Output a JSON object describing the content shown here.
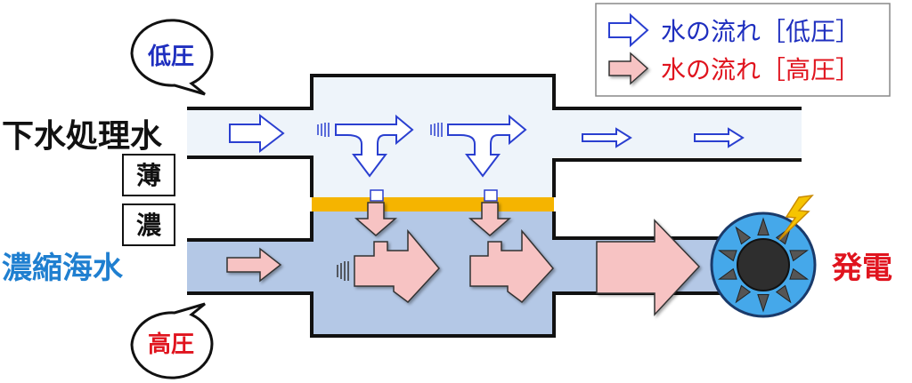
{
  "labels": {
    "low_pressure": "低圧",
    "high_pressure": "高圧",
    "sewage_water": "下水処理水",
    "dilute": "薄",
    "concentrated": "濃",
    "brine": "濃縮海水",
    "power_generation": "発電"
  },
  "legend": {
    "low_pressure_flow": "水の流れ［低圧］",
    "high_pressure_flow": "水の流れ［高圧］"
  },
  "colors": {
    "low_label_text": "#1f2fbf",
    "high_label_text": "#e0141e",
    "brine_label_text": "#1f7fd0",
    "power_text": "#e0141e",
    "low_channel": "#eef4fa",
    "high_channel": "#b4c8e6",
    "membrane": "#f5b400",
    "low_arrow_stroke": "#2a3fd0",
    "high_arrow_fill": "#f7c3c3",
    "turbine_blue": "#45a8ea",
    "lightning": "#f6c400"
  }
}
